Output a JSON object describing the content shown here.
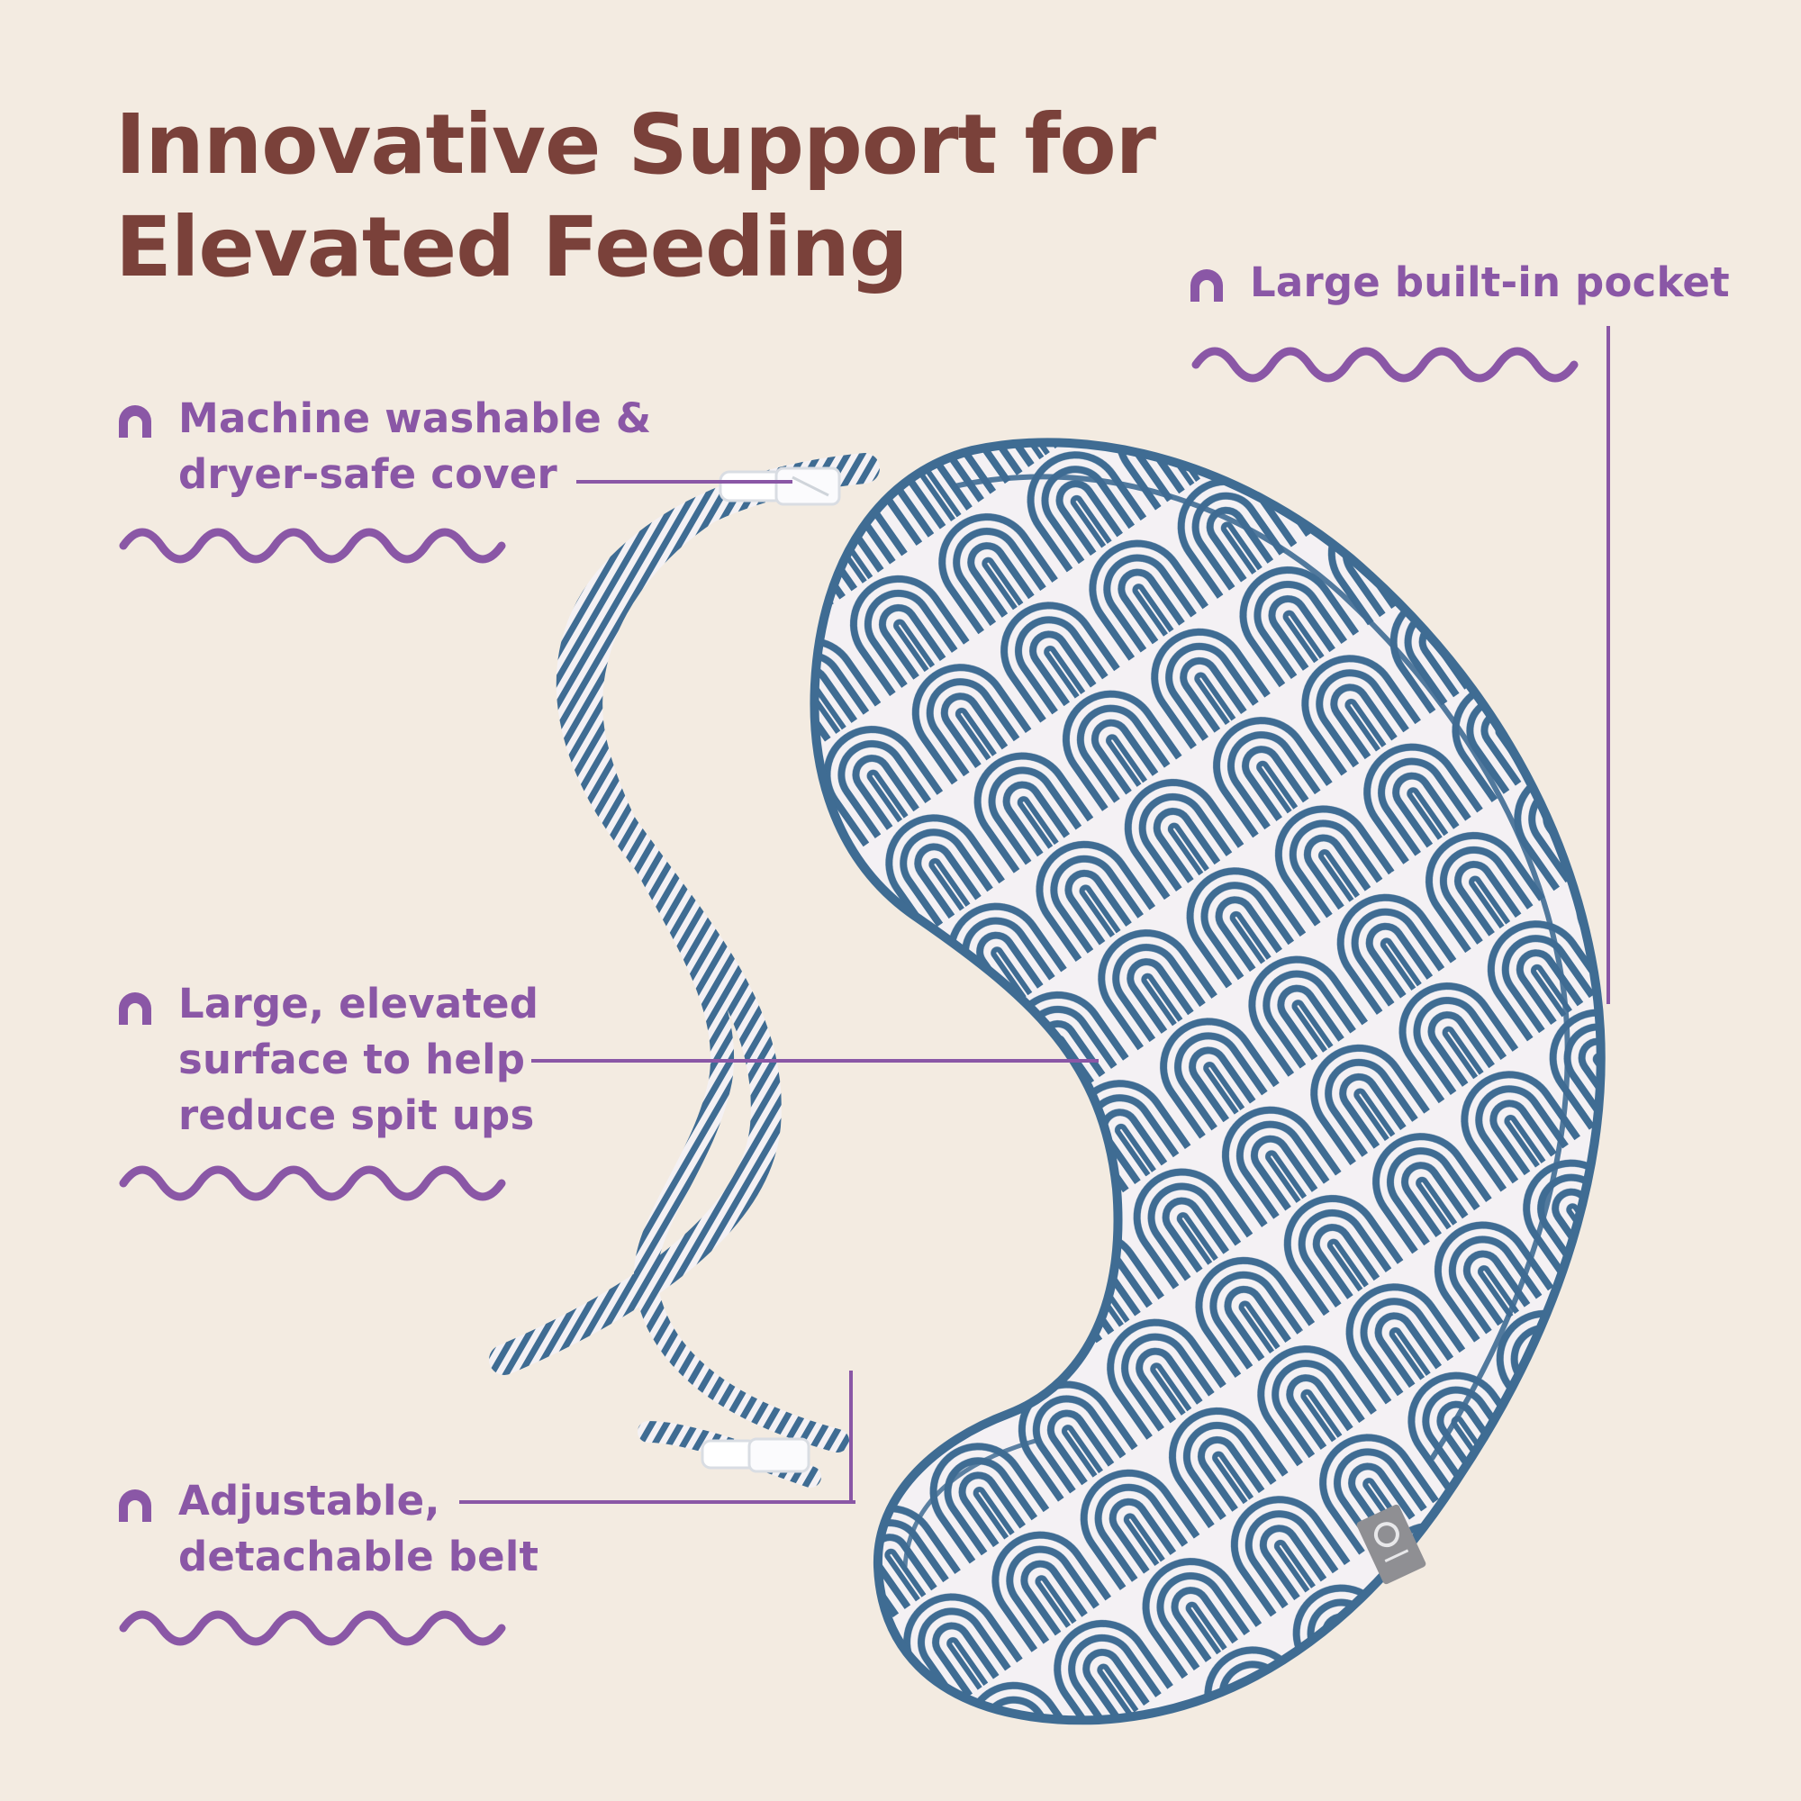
{
  "title": {
    "line1": "Innovative Support for",
    "line2": "Elevated Feeding"
  },
  "features": {
    "pocket": {
      "line1": "Large built-in pocket"
    },
    "washable": {
      "line1": "Machine washable &",
      "line2": "dryer-safe cover"
    },
    "surface": {
      "line1": "Large, elevated",
      "line2": "surface to help",
      "line3": "reduce spit ups"
    },
    "belt": {
      "line1": "Adjustable,",
      "line2": "detachable belt"
    }
  },
  "colors": {
    "background": "#f3ebe1",
    "title": "#7a413a",
    "accent": "#8a57a6",
    "pillow_blue": "#3f6c93",
    "pillow_light": "#f4f1f4"
  }
}
